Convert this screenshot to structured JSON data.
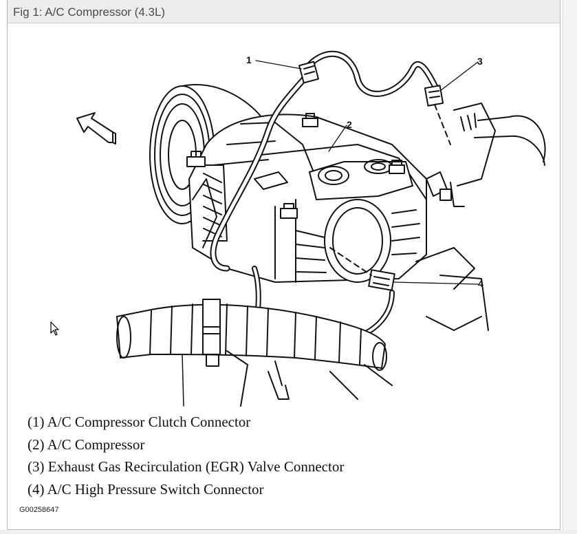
{
  "window": {
    "title": "Fig 1: A/C Compressor (4.3L)"
  },
  "diagram": {
    "callouts": [
      "1",
      "2",
      "3",
      "4"
    ]
  },
  "legend": [
    "(1) A/C Compressor Clutch Connector",
    "(2) A/C Compressor",
    "(3) Exhaust Gas Recirculation (EGR) Valve Connector",
    "(4) A/C High Pressure Switch Connector"
  ],
  "figure_id": "G00258647",
  "icons": {
    "cursor": "mouse-pointer-icon",
    "direction": "front-arrow-icon"
  },
  "colors": {
    "titlebar": "#ededed",
    "line_art": "#111111"
  }
}
